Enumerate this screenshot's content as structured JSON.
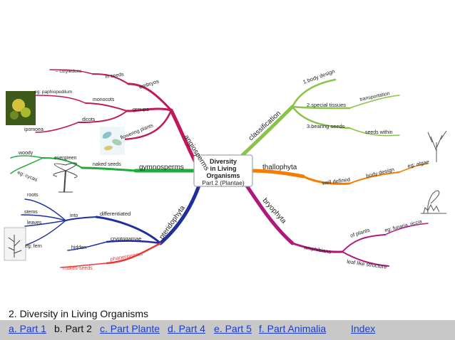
{
  "center": {
    "line1": "Diversity",
    "line2": "in Living",
    "line3": "Organisms",
    "line4": "Part 2 (Plantae)"
  },
  "branches": {
    "angiosperms": "angiosperms",
    "embryos": "embryos",
    "in_seeds": "in seeds",
    "cotyledons": "– cotyledons",
    "groups": "groups",
    "monocots": "monocots",
    "eg_paphio": "eg: paphiopedilum",
    "dicots": "dicots",
    "ipomoea": "ipomoea",
    "flowering": "flowering plants",
    "gymnosperms": "gymnosperms",
    "naked_seeds": "naked seeds",
    "evergreen": "evergreen",
    "woody": "woody",
    "eg_cycas": "eg: cycas",
    "pteridophyta": "pteridophyta",
    "differentiated": "differentiated",
    "into": "into",
    "roots": "roots",
    "stems": "stems",
    "leaves": "leaves",
    "eg_fern": "eg: fern",
    "cryptogamae": "cryptogamae",
    "hidden": "hidden",
    "phanerogams": "phanerogams",
    "makes_seeds": "makes-seeds",
    "classification": "classification",
    "body_design": "1.body design",
    "special_tissues": "2.special tissues",
    "transportation": "transportation",
    "bearing_seeds": "3.bearing seeds",
    "seeds_within": "seeds within",
    "thallophyta": "thallophyta",
    "well_defined": "well defined",
    "body_design_t": "body design",
    "eg_algae": "eg: algae",
    "bryophyta": "bryophyta",
    "amphibians": "amphibians",
    "of_plants": "of plants",
    "eg_funaria": "eg: funaria, riccia",
    "leaf_like": "leaf like structure"
  },
  "colors": {
    "angiosperms": "#c2185b",
    "gymnosperms": "#1faa3a",
    "pteridophyta": "#1f2f9e",
    "phanerogams": "#e53935",
    "classification": "#8bc34a",
    "thallophyta": "#f57c00",
    "bryophyta": "#b0187a"
  },
  "footer": {
    "title": "2. Diversity in Living Organisms",
    "nav": {
      "a": "a. Part 1",
      "b": "b. Part 2",
      "c": "c. Part Plante",
      "d": "d. Part 4",
      "e": "e. Part 5",
      "f": "f.  Part Animalia",
      "index": "Index"
    }
  }
}
